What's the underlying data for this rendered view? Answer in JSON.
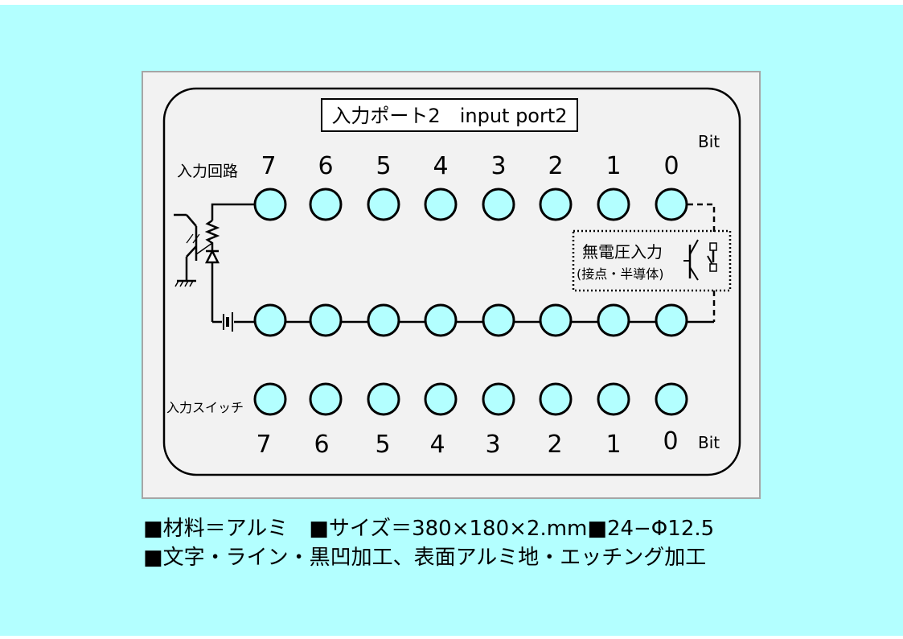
{
  "title": "入力ポート2　input port2",
  "bit_label_top": "Bit",
  "bit_label_bottom": "Bit",
  "input_circuit_label": "入力回路",
  "input_switch_label": "入力スイッチ",
  "dry_contact_label": "無電圧入力",
  "dry_contact_sub": "(接点・半導体)",
  "bits_top": [
    "7",
    "6",
    "5",
    "4",
    "3",
    "2",
    "1",
    "0"
  ],
  "bits_bottom": [
    "7",
    "6",
    "5",
    "4",
    "3",
    "2",
    "1",
    "0"
  ],
  "spec_line1": "■材料＝アルミ　■サイズ＝380×180×2.mm■24−Φ12.5",
  "spec_line2": "■文字・ライン・黒凹加工、表面アルミ地・エッチング加工",
  "colors": {
    "background": "#b3ffff",
    "terminal_fill": "#b3ffff",
    "panel": "#f2f2f2"
  }
}
